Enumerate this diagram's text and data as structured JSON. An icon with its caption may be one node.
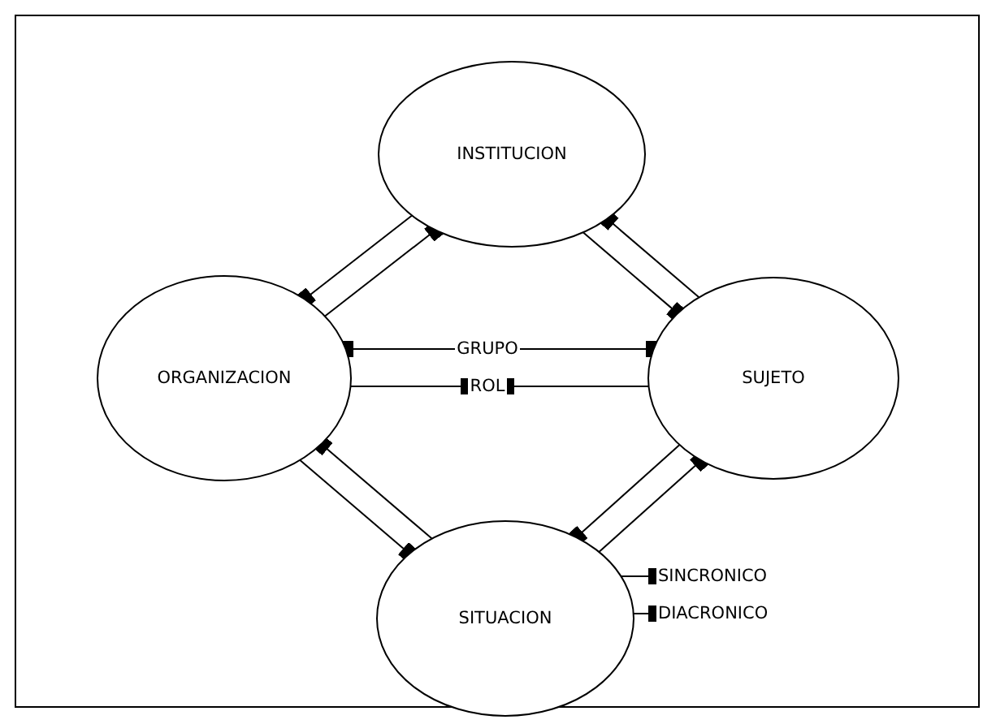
{
  "diagram": {
    "nodes": [
      {
        "text": [
          "INSTITUCION"
        ]
      },
      {
        "text": [
          "ORGANIZACION"
        ]
      },
      {
        "text": [
          "SUJETO"
        ]
      },
      {
        "text": [
          "SITUACION"
        ]
      },
      {
        "text": [
          "GRUPO"
        ]
      },
      {
        "text": [
          "ROL"
        ]
      },
      {
        "text": [
          "SINCRONICO"
        ]
      },
      {
        "text": [
          "DIACRONICO"
        ]
      }
    ],
    "edges": [
      {
        "from": 0,
        "to": 1,
        "arrow": "other"
      },
      {
        "from": 1,
        "to": 0,
        "arrow": "other"
      },
      {
        "from": 2,
        "to": 0,
        "arrow": "other"
      },
      {
        "from": 0,
        "to": 2,
        "arrow": "other"
      },
      {
        "from": 1,
        "to": 3,
        "arrow": "other"
      },
      {
        "from": 3,
        "to": 1,
        "arrow": "other"
      },
      {
        "from": 2,
        "to": 3,
        "arrow": "other"
      },
      {
        "from": 3,
        "to": 2,
        "arrow": "other"
      },
      {
        "from": 4,
        "to": 1,
        "arrow": "other"
      },
      {
        "from": 4,
        "to": 2,
        "arrow": "other"
      },
      {
        "from": 1,
        "to": 5,
        "arrow": "other"
      },
      {
        "from": 2,
        "to": 5,
        "arrow": "other"
      },
      {
        "from": 3,
        "to": 6,
        "arrow": "other"
      },
      {
        "from": 3,
        "to": 7,
        "arrow": "other"
      }
    ]
  }
}
